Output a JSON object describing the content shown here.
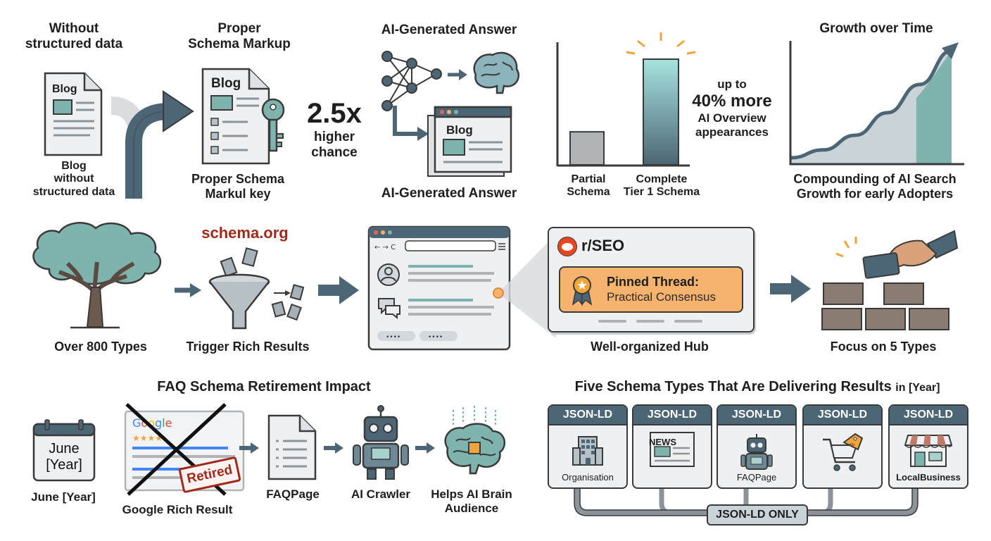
{
  "top": {
    "without_title": "Without\nstructured data",
    "doc_blog": "Blog",
    "without_caption": "Blog\nwithout\nstructured data",
    "proper_title": "Proper\nSchema Markup",
    "proper_caption": "Proper Schema\nMarkul key",
    "multiplier": "2.5x",
    "multiplier_caption": "higher\nchance",
    "ai_title": "AI-Generated Answer",
    "ai_blog": "Blog",
    "ai_caption": "AI-Generated Answer",
    "bar_partial": "Partial\nSchema",
    "bar_complete": "Complete\nTier 1 Schema",
    "upto": "up to",
    "percent": "40% more",
    "overview": "AI Overview\nappearances",
    "growth_title": "Growth over Time",
    "growth_caption": "Compounding of AI Search\nGrowth for early Adopters"
  },
  "chart_data": [
    {
      "type": "bar",
      "categories": [
        "Partial\nSchema",
        "Complete\nTier 1 Schema"
      ],
      "values": [
        1,
        3.2
      ],
      "title": "",
      "xlabel": "",
      "ylabel": ""
    },
    {
      "type": "area",
      "title": "Growth over Time",
      "x": [
        0,
        1,
        2,
        3,
        4,
        5
      ],
      "values": [
        0.05,
        0.12,
        0.25,
        0.45,
        0.7,
        1.0
      ]
    }
  ],
  "middle": {
    "tree_caption": "Over 800 Types",
    "schema_org": "schema.org",
    "funnel_caption": "Trigger Rich Results",
    "reddit_sub": "r/SEO",
    "pinned_title": "Pinned Thread:",
    "pinned_sub": "Practical Consensus",
    "hub_caption": "Well-organized Hub",
    "focus_caption": "Focus on 5 Types"
  },
  "bottom_left": {
    "title": "FAQ Schema Retirement Impact",
    "calendar_text": "June\n[Year]",
    "calendar_caption": "June [Year]",
    "google_logo": "Google",
    "retired": "Retired",
    "google_caption": "Google Rich Result",
    "faq_caption": "FAQPage",
    "crawler_caption": "AI Crawler",
    "brain_caption": "Helps AI Brain\nAudience"
  },
  "bottom_right": {
    "title": "Five Schema Types That Are Delivering Results",
    "title_suffix": "in [Year]",
    "cards": [
      {
        "header": "JSON-LD",
        "label": "Organisation",
        "icon": "building-icon"
      },
      {
        "header": "JSON-LD",
        "label": "NEWS",
        "icon": "newspaper-icon"
      },
      {
        "header": "JSON-LD",
        "label": "FAQPage",
        "icon": "robot-icon"
      },
      {
        "header": "JSON-LD",
        "label": "",
        "icon": "shopping-cart-icon"
      },
      {
        "header": "JSON-LD",
        "label": "LocalBusiness",
        "icon": "storefront-icon"
      }
    ],
    "bus_label": "JSON-LD ONLY"
  },
  "colors": {
    "slate": "#4d6675",
    "teal": "#7fb3ad",
    "light_teal": "#a9d2cf",
    "doc_bg": "#eef0f2",
    "orange": "#f5b36d",
    "reddit": "#e8461f",
    "schema_red": "#a3281c",
    "brick": "#8a7c73",
    "grey_bar": "#b0b4b7"
  }
}
